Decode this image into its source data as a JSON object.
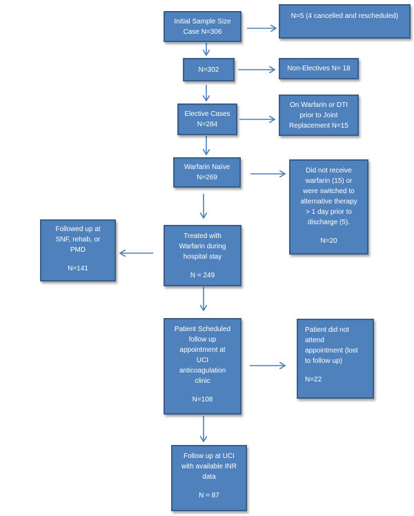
{
  "flow": {
    "initial": {
      "lines": [
        "Initial Sample Size",
        "Case N=306"
      ]
    },
    "excluded_cancelled": {
      "lines": [
        "N=5 (4 cancelled  and rescheduled)"
      ]
    },
    "n302": {
      "lines": [
        "N=302"
      ]
    },
    "non_electives": {
      "lines": [
        "Non-Electives N= 18"
      ]
    },
    "elective": {
      "lines": [
        "Elective Cases",
        "N=284"
      ]
    },
    "warfarin_dti": {
      "lines": [
        "On Warfarin or DTI",
        "prior to Joint",
        "Replacement N=15"
      ]
    },
    "warfarin_naive": {
      "lines": [
        "Warfarin Naïve",
        "N=269"
      ]
    },
    "not_receive": {
      "lines": [
        "Did not receive",
        "warfarin (15) or",
        "were switched to",
        "alternative therapy",
        "> 1 day prior to",
        "discharge (5)."
      ],
      "count": "N=20"
    },
    "treated": {
      "lines": [
        "Treated with",
        "Warfarin during",
        "hospital stay"
      ],
      "count": "N = 249"
    },
    "followed_snf": {
      "lines": [
        "Followed up at",
        "SNF, rehab, or",
        "PMD"
      ],
      "count": "N=141"
    },
    "scheduled": {
      "lines": [
        "Patient Scheduled",
        "follow up",
        "appointment at",
        "UCI",
        "anticoagulation",
        "clinic"
      ],
      "count": "N=108"
    },
    "did_not_attend": {
      "lines": [
        "Patient did not",
        "attend",
        "appointment (lost",
        "to follow up)"
      ],
      "count": "N=22"
    },
    "follow_uci": {
      "lines": [
        "Follow up at UCI",
        "with available INR",
        "data"
      ],
      "count": "N = 87"
    }
  },
  "colors": {
    "box_fill": "#4f81bd",
    "box_border": "#385d8a",
    "arrow": "#4a7ebb",
    "text": "#ffffff"
  }
}
